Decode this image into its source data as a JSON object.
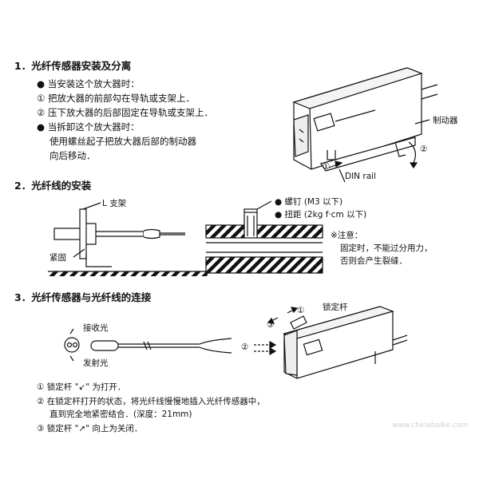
{
  "section1": {
    "title": "1．光纤传感器安装及分离",
    "bullet_install": "● 当安装这个放大器时：",
    "step1": "① 把放大器的前部勾在导轨或支架上．",
    "step2": "② 压下放大器的后部固定在导轨或支架上．",
    "bullet_remove": "● 当拆卸这个放大器时：",
    "remove_line1": "使用螺丝起子把放大器后部的制动器",
    "remove_line2": "向后移动．",
    "label_brake": "制动器",
    "label_din": "DIN rail",
    "callout1": "①",
    "callout2": "②"
  },
  "section2": {
    "title": "2．光纤线的安装",
    "label_bracket": "L 支架",
    "label_fix": "紧固",
    "screw": "● 螺钉 (M3 以下)",
    "torque": "● 扭距 (2kg f·cm 以下)",
    "note_title": "※注意：",
    "note_line1": "固定时，不能过分用力，",
    "note_line2": "否则会产生裂缝．"
  },
  "section3": {
    "title": "3．光纤传感器与光纤线的连接",
    "label_receive": "接收光",
    "label_emit": "发射光",
    "label_lock": "锁定杆",
    "callout1": "①",
    "callout2": "②",
    "callout3": "③",
    "step1": "① 锁定杆 \"↙\" 为打开．",
    "step2_line1": "② 在锁定杆打开的状态，将光纤线慢慢地插入光纤传感器中，",
    "step2_line2": "直到完全地紧密结合．(深度：21mm)",
    "step3": "③ 锁定杆 \"↗\" 向上为关闭．"
  },
  "watermark": "www.chinabaike.com"
}
